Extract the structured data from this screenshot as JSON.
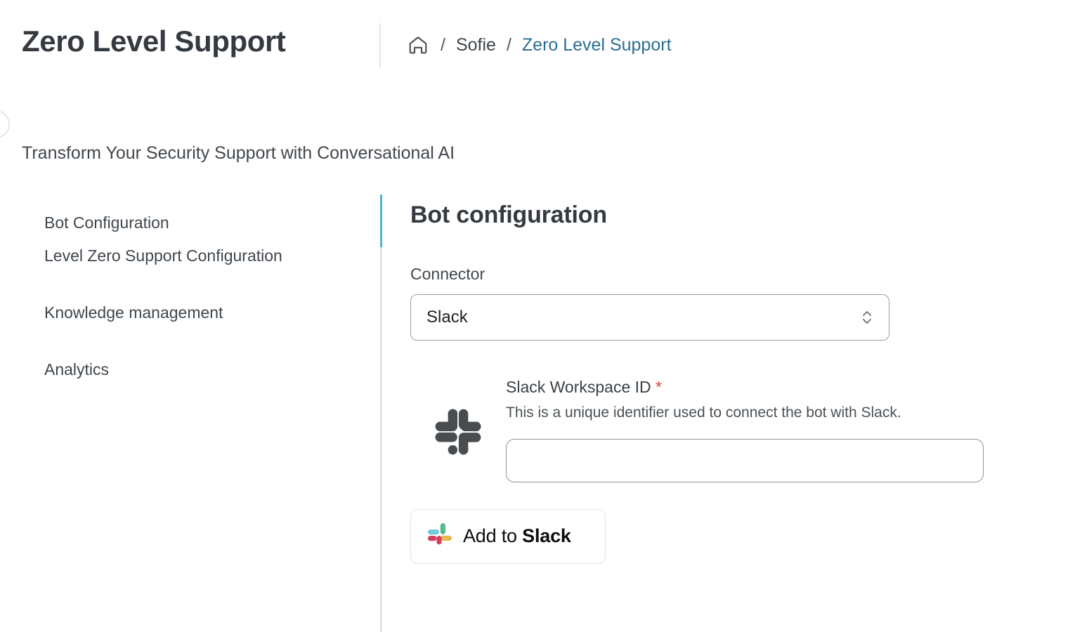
{
  "header": {
    "title": "Zero Level Support",
    "breadcrumb": {
      "home_icon": "home-icon",
      "separator": "/",
      "items": [
        {
          "label": "Sofie",
          "current": false
        },
        {
          "label": "Zero Level Support",
          "current": true
        }
      ]
    }
  },
  "subtitle": "Transform Your Security Support with Conversational AI",
  "sidebar": {
    "items": [
      {
        "label": "Bot Configuration",
        "active": true
      },
      {
        "label": "Level Zero Support Configuration",
        "active": false
      },
      {
        "label": "Knowledge management",
        "active": false
      },
      {
        "label": "Analytics",
        "active": false
      }
    ]
  },
  "main": {
    "section_title": "Bot configuration",
    "connector": {
      "label": "Connector",
      "value": "Slack",
      "options": [
        "Slack"
      ],
      "chevron_icon": "chevron-up-down-icon"
    },
    "workspace": {
      "logo_icon": "slack-hash-logo-icon",
      "label": "Slack Workspace ID",
      "required_marker": "*",
      "help_text": "This is a unique identifier used to connect the bot with Slack.",
      "input_value": "",
      "input_placeholder": ""
    },
    "add_to_slack": {
      "icon": "slack-color-logo-icon",
      "text_prefix": "Add to ",
      "text_brand": "Slack"
    }
  },
  "colors": {
    "accent_teal": "#4fb2cf",
    "breadcrumb_link": "#2b6e92",
    "required_red": "#e03c3c",
    "text_dark": "#343a40",
    "slack_blue": "#6ecadc",
    "slack_green": "#5ab98c",
    "slack_yellow": "#e5b84b",
    "slack_red": "#d4405c"
  }
}
